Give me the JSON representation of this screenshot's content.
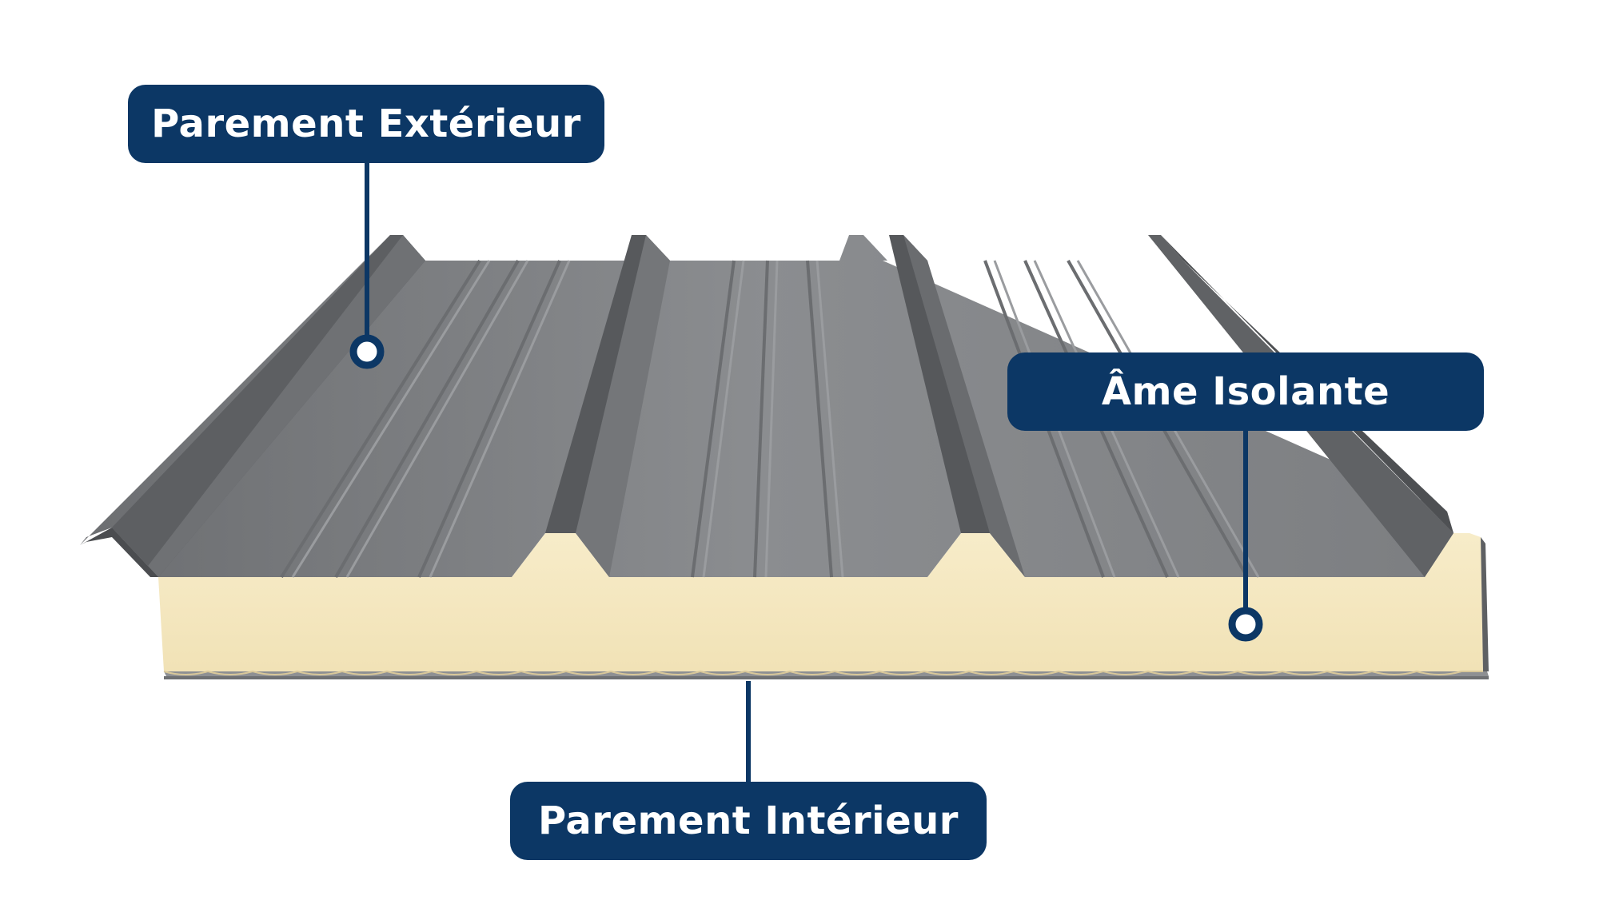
{
  "labels": {
    "exterior_facing": "Parement Extérieur",
    "insulating_core": "Âme Isolante",
    "interior_facing": "Parement Intérieur"
  },
  "colors": {
    "label_background": "#0c3765",
    "label_text": "#ffffff",
    "steel_light": "#8a8c8f",
    "steel_dark": "#55575a",
    "foam": "#f6e9c2"
  },
  "icons": {
    "callout_marker": "ring-dot-icon"
  }
}
